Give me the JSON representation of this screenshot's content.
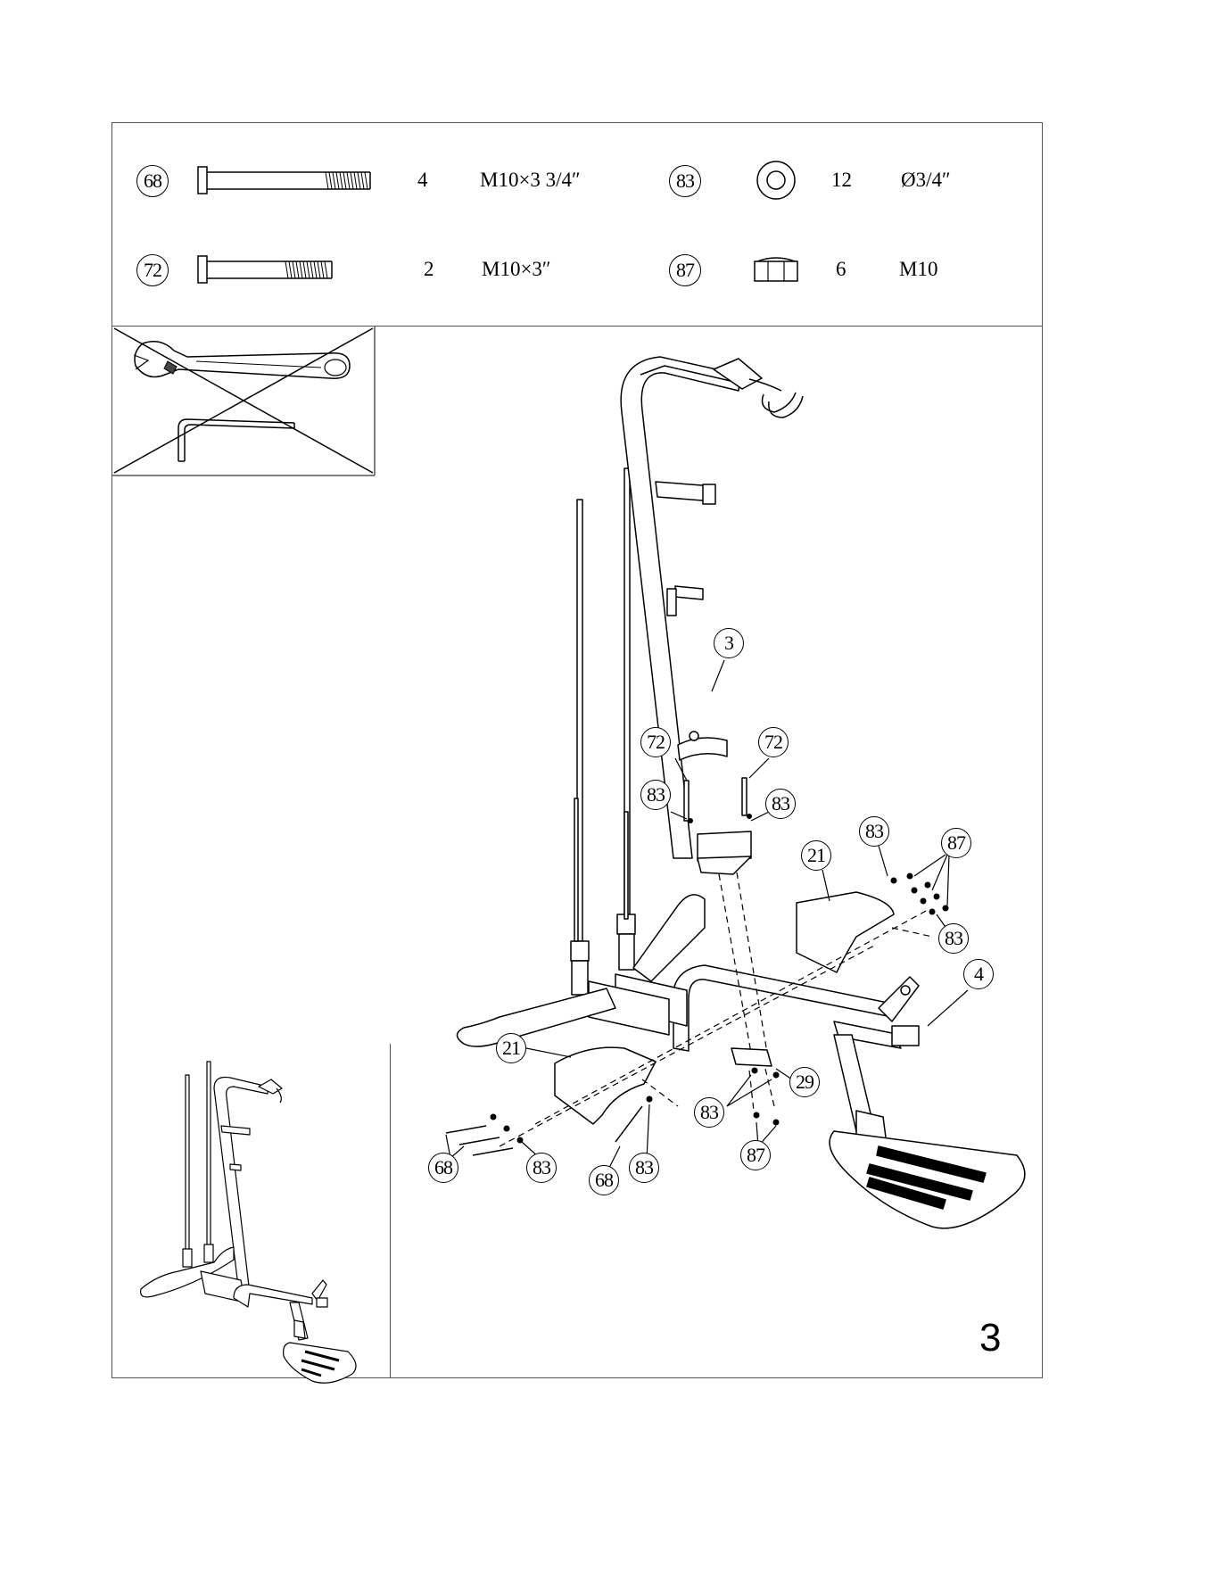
{
  "hardware": [
    {
      "part": "68",
      "qty": "4",
      "size": "M10×3 3/4″",
      "icon": "bolt-long-icon"
    },
    {
      "part": "72",
      "qty": "2",
      "size": "M10×3″",
      "icon": "bolt-short-icon"
    },
    {
      "part": "83",
      "qty": "12",
      "size": "Ø3/4″",
      "icon": "washer-icon"
    },
    {
      "part": "87",
      "qty": "6",
      "size": "M10",
      "icon": "nut-icon"
    }
  ],
  "tools_icon": "wrench-and-allen-key-crossed-icon",
  "callouts": {
    "c3": "3",
    "c72a": "72",
    "c72b": "72",
    "c83a": "83",
    "c83b": "83",
    "c83c": "83",
    "c87a": "87",
    "c21a": "21",
    "c83d": "83",
    "c4": "4",
    "c21b": "21",
    "c29": "29",
    "c83e": "83",
    "c68a": "68",
    "c83f": "83",
    "c68b": "68",
    "c83g": "83",
    "c87b": "87"
  },
  "step_number": "3"
}
